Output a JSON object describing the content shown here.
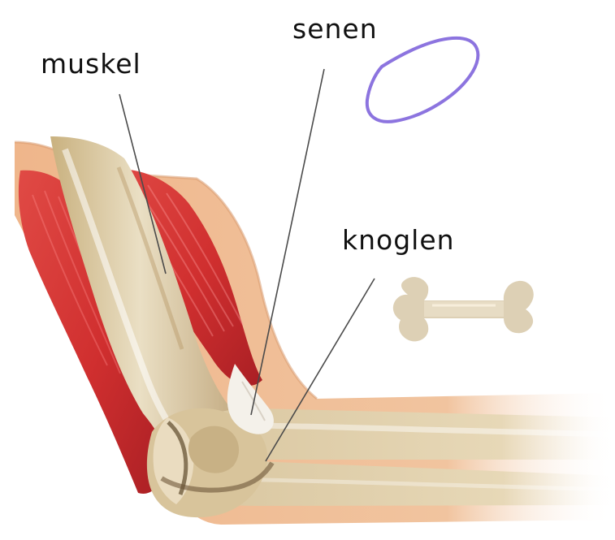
{
  "labels": {
    "muscle": "muskel",
    "tendon": "senen",
    "bone": "knoglen"
  },
  "colors": {
    "skin": "#f2c29a",
    "skin_shadow": "#dfa175",
    "muscle": "#d93a3a",
    "muscle_dark": "#b52525",
    "bone": "#e8dcc0",
    "bone_shadow": "#b9a27a",
    "bone_dark": "#5e4a2c",
    "tendon": "#f3f0ea",
    "rubber_band": "#8c74df",
    "leader_line": "#4b4b4b"
  }
}
